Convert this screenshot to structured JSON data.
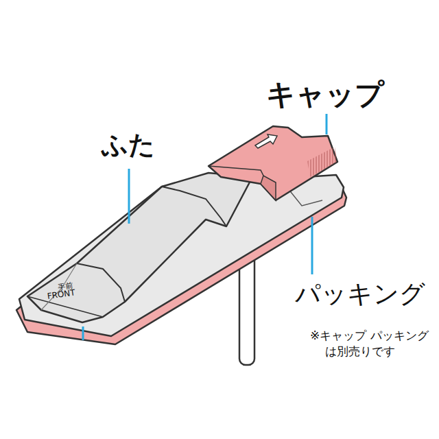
{
  "diagram": {
    "labels": [
      "キャップ",
      "ふた",
      "パッキング",
      "手前",
      "FRONT",
      "※キャップ パッキング は別売りです"
    ]
  }
}
